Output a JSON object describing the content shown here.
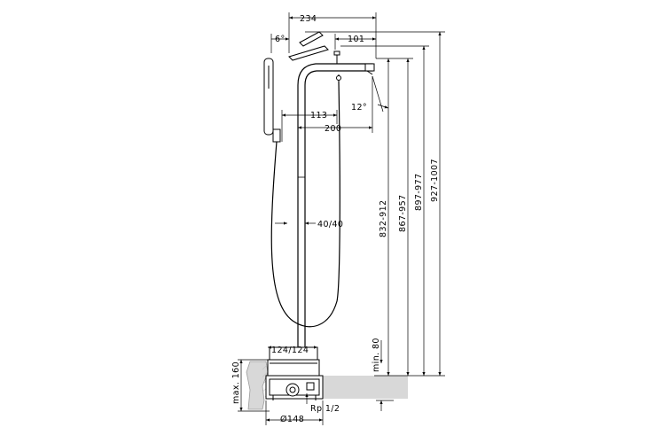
{
  "drawing": {
    "dimensions": {
      "overall_width": "234",
      "shower_angle": "6°",
      "spout_tip": "101",
      "spout_tilt": "12°",
      "column_to_hose": "113",
      "reach": "200",
      "hose_offset": "40/40",
      "height_spout_top": "832-912",
      "height_spout": "867-957",
      "height_body": "897-977",
      "height_total": "927-1007",
      "min_floor": "min. 80",
      "base_width": "124/124",
      "max_floor": "max. 160",
      "diameter": "Ø148",
      "thread": "Rp 1/2"
    }
  }
}
